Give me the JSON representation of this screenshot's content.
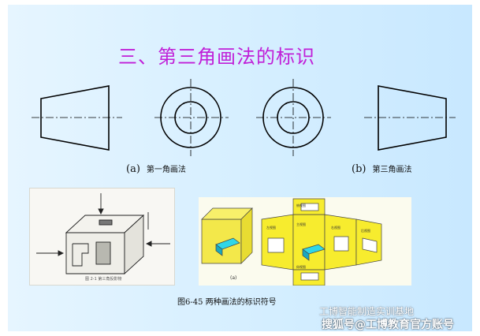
{
  "slide": {
    "title": "三、第三角画法的标识",
    "label_a": {
      "tag": "(a)",
      "text": "第一角画法"
    },
    "label_b": {
      "tag": "(b)",
      "text": "第三角画法"
    },
    "figure_caption": "图6-45  两种画法的标识符号",
    "left_photo_caption": "图 2-1  第三角投影物",
    "right_photo_caption": "(a)",
    "view_labels": [
      "左视图",
      "主视图",
      "右视图",
      "后视图",
      "俯视图",
      "仰视图"
    ]
  },
  "watermark": {
    "line1": "工博智能制造实训基地",
    "line2": "搜狐号@工博教育官方账号"
  },
  "colors": {
    "title": "#c020d8",
    "background": "#d6efff",
    "yellow_panel": "#f7ec2e",
    "cyan_part": "#2fd6e8"
  }
}
